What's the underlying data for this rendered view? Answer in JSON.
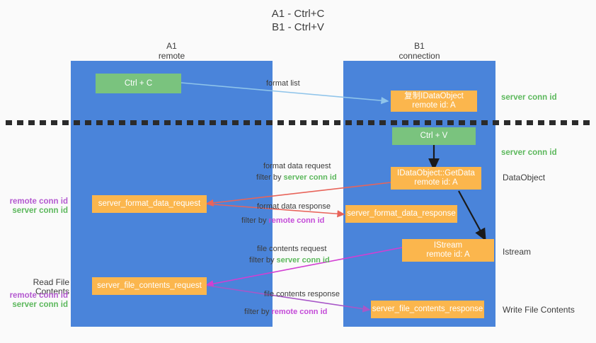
{
  "title": "A1 - Ctrl+C\nB1 - Ctrl+V",
  "colors": {
    "lane": "#4a84da",
    "green_box": "#7ac37e",
    "orange_box": "#fbb64d",
    "server_conn_id": "#5cb85c",
    "remote_conn_id": "#c44bd8",
    "arrow_blue": "#8fc4ea",
    "arrow_red": "#e8645a",
    "arrow_magenta": "#d23fd2",
    "arrow_purple": "#a857c8",
    "arrow_black": "#1a1a1a",
    "background": "#fafafa",
    "divider": "#2b2b2b"
  },
  "lanes": [
    {
      "name": "A1",
      "sub": "remote",
      "header": "A1\nremote"
    },
    {
      "name": "B1",
      "sub": "connection",
      "header": "B1\nconnection"
    }
  ],
  "boxes": {
    "ctrl_c": "Ctrl + C",
    "data_object_remote": "复制IDataObject\nremote id: A",
    "ctrl_v": "Ctrl + V",
    "getdata": "IDataObject::GetData\nremote id: A",
    "server_format_data_request": "server_format_data_request",
    "server_format_data_response": "server_format_data_response",
    "istream": "IStream\nremote id: A",
    "server_file_contents_request": "server_file_contents_request",
    "server_file_contents_response": "server_file_contents_response"
  },
  "right_labels": {
    "server_conn_id_top": "server conn id",
    "server_conn_id_mid": "server conn id",
    "data_object": "DataObject",
    "istream": "Istream",
    "write_file_contents": "Write File Contents"
  },
  "left_labels": {
    "remote_conn_id_1": "remote conn id",
    "server_conn_id_1": "server conn id",
    "read_file_contents": "Read File Contents",
    "remote_conn_id_2": "remote conn id",
    "server_conn_id_2": "server conn id"
  },
  "edges": [
    {
      "id": "format-list",
      "label": "format list",
      "color": "#8fc4ea"
    },
    {
      "id": "format-data-request",
      "label": "format data request",
      "filter_prefix": "filter by ",
      "filter_key": "server conn id",
      "color": "#e8645a"
    },
    {
      "id": "format-data-response",
      "label": "format data response",
      "filter_prefix": "filter by ",
      "filter_key": "remote conn id",
      "color": "#e8645a"
    },
    {
      "id": "file-contents-request",
      "label": "file contents request",
      "filter_prefix": "filter by ",
      "filter_key": "server conn id",
      "color": "#d23fd2"
    },
    {
      "id": "file-contents-response",
      "label": "file contents response",
      "filter_prefix": "filter by ",
      "filter_key": "remote conn id",
      "color": "#a857c8"
    }
  ],
  "edge_text": {
    "format_list": "format list",
    "format_data_request": "format data request",
    "format_data_request_filter_pre": "filter by ",
    "format_data_request_filter_key": "server conn id",
    "format_data_response": "format data response",
    "format_data_response_filter_pre": "filter by ",
    "format_data_response_filter_key": "remote conn id",
    "file_contents_request": "file contents request",
    "file_contents_request_filter_pre": "filter by ",
    "file_contents_request_filter_key": "server conn id",
    "file_contents_response": "file contents response",
    "file_contents_response_filter_pre": "filter by ",
    "file_contents_response_filter_key": "remote conn id"
  }
}
